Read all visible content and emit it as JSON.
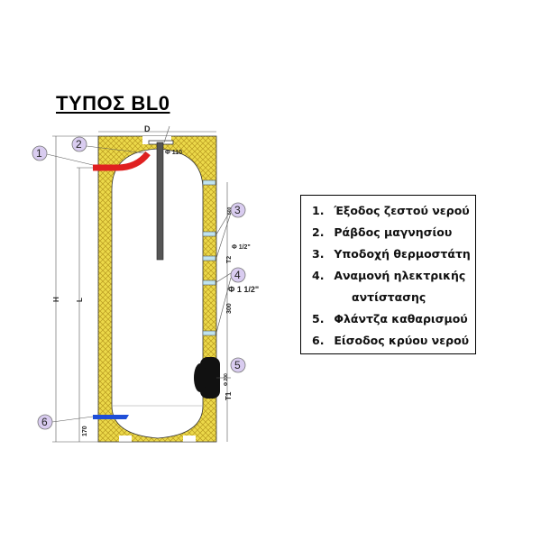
{
  "title": "ΤΥΠΟΣ BL0",
  "diagram": {
    "callouts": [
      "1",
      "2",
      "3",
      "4",
      "5",
      "6"
    ],
    "dimensions": {
      "diameter": "D",
      "flange_top": "Φ 110",
      "height": "H",
      "length": "L",
      "bottom": "170",
      "spacing_top": "600",
      "t2": "T2",
      "spacing_mid": "300",
      "t1": "T1",
      "flange_5": "Φ 200",
      "thermostat_size": "Φ 1/2\"",
      "heater_size": "Φ 1 1/2\""
    },
    "colors": {
      "insulation": "#ecd94a",
      "hot": "#e02020",
      "cold": "#1f4fd8",
      "anode": "#555555",
      "socket": "#bfe3ef",
      "callout": "#d9ccf0"
    }
  },
  "legend": {
    "items": [
      {
        "num": "1.",
        "label": "Έξοδος ζεστού νερού"
      },
      {
        "num": "2.",
        "label": "Ράβδος μαγνησίου"
      },
      {
        "num": "3.",
        "label": "Υποδοχή θερμοστάτη"
      },
      {
        "num": "4.",
        "label": "Αναμονή ηλεκτρικής"
      },
      {
        "num": "",
        "label": "αντίστασης"
      },
      {
        "num": "5.",
        "label": "Φλάντζα καθαρισμού"
      },
      {
        "num": "6.",
        "label": "Είσοδος κρύου νερού"
      }
    ]
  }
}
